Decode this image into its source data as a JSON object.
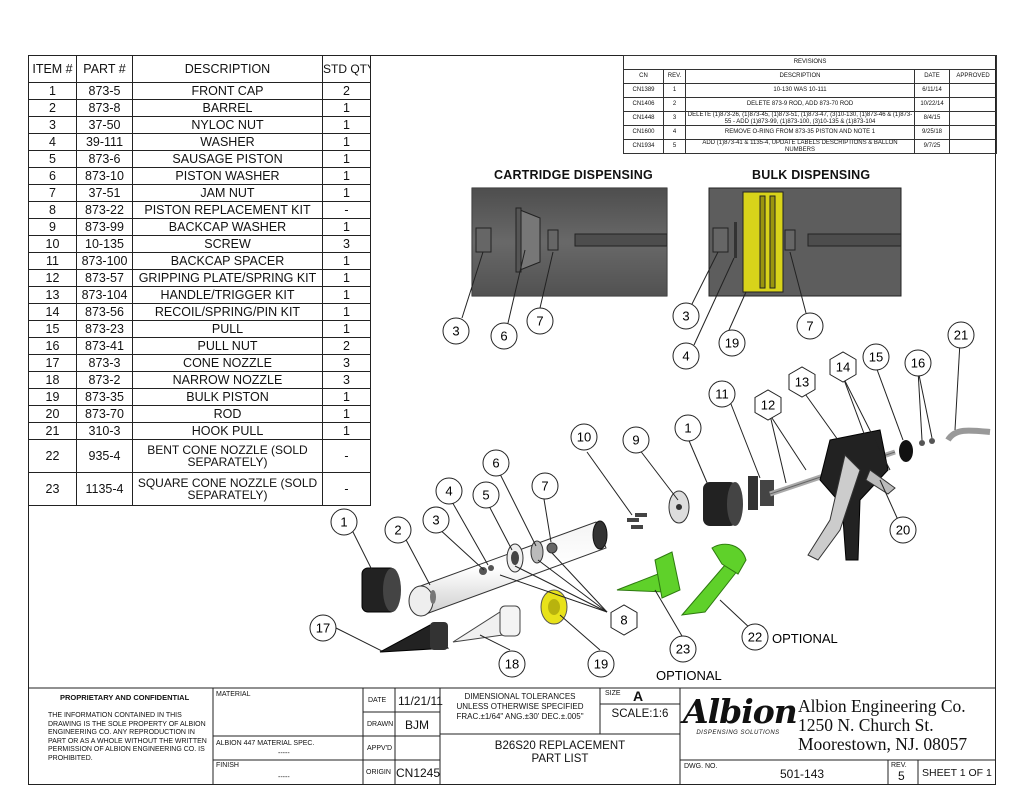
{
  "parts_table": {
    "headers": [
      "ITEM #",
      "PART #",
      "DESCRIPTION",
      "STD QTY"
    ],
    "rows": [
      [
        "1",
        "873-5",
        "FRONT CAP",
        "2"
      ],
      [
        "2",
        "873-8",
        "BARREL",
        "1"
      ],
      [
        "3",
        "37-50",
        "NYLOC NUT",
        "1"
      ],
      [
        "4",
        "39-111",
        "WASHER",
        "1"
      ],
      [
        "5",
        "873-6",
        "SAUSAGE PISTON",
        "1"
      ],
      [
        "6",
        "873-10",
        "PISTON WASHER",
        "1"
      ],
      [
        "7",
        "37-51",
        "JAM NUT",
        "1"
      ],
      [
        "8",
        "873-22",
        "PISTON REPLACEMENT KIT",
        "-"
      ],
      [
        "9",
        "873-99",
        "BACKCAP WASHER",
        "1"
      ],
      [
        "10",
        "10-135",
        "SCREW",
        "3"
      ],
      [
        "11",
        "873-100",
        "BACKCAP SPACER",
        "1"
      ],
      [
        "12",
        "873-57",
        "GRIPPING PLATE/SPRING KIT",
        "1"
      ],
      [
        "13",
        "873-104",
        "HANDLE/TRIGGER KIT",
        "1"
      ],
      [
        "14",
        "873-56",
        "RECOIL/SPRING/PIN KIT",
        "1"
      ],
      [
        "15",
        "873-23",
        "PULL",
        "1"
      ],
      [
        "16",
        "873-41",
        "PULL NUT",
        "2"
      ],
      [
        "17",
        "873-3",
        "CONE NOZZLE",
        "3"
      ],
      [
        "18",
        "873-2",
        "NARROW NOZZLE",
        "3"
      ],
      [
        "19",
        "873-35",
        "BULK PISTON",
        "1"
      ],
      [
        "20",
        "873-70",
        "ROD",
        "1"
      ],
      [
        "21",
        "310-3",
        "HOOK PULL",
        "1"
      ],
      [
        "22",
        "935-4",
        "BENT CONE NOZZLE (SOLD SEPARATELY)",
        "-"
      ],
      [
        "23",
        "1135-4",
        "SQUARE CONE NOZZLE (SOLD SEPARATELY)",
        "-"
      ]
    ]
  },
  "revisions": {
    "title": "REVISIONS",
    "headers": [
      "CN",
      "REV.",
      "DESCRIPTION",
      "DATE",
      "APPROVED"
    ],
    "rows": [
      [
        "CN1389",
        "1",
        "10-130 WAS 10-111",
        "6/11/14",
        ""
      ],
      [
        "CN1406",
        "2",
        "DELETE 873-9 ROD, ADD 873-70 ROD",
        "10/22/14",
        ""
      ],
      [
        "CN1448",
        "3",
        "DELETE (1)873-26, (1)873-45, (1)873-51, (1)873-47, (3)10-130, (1)873-46 & (1)873-55 - ADD (1)873-99, (1)873-100, (3)10-135 & (1)873-104",
        "8/4/15",
        ""
      ],
      [
        "CN1600",
        "4",
        "REMOVE O-RING FROM 873-35 PISTON AND NOTE 1",
        "9/25/18",
        ""
      ],
      [
        "CN1934",
        "5",
        "ADD (1)873-41 & 1135-4, UPDATE LABELS DESCRIPTIONS & BALLON NUMBERS",
        "9/7/25",
        ""
      ]
    ]
  },
  "views": {
    "cartridge_title": "CARTRIDGE DISPENSING",
    "bulk_title": "BULK DISPENSING",
    "cartridge_callouts": [
      "3",
      "6",
      "7"
    ],
    "bulk_callouts": [
      "3",
      "4",
      "19",
      "7"
    ]
  },
  "exploded": {
    "callouts": [
      "1",
      "2",
      "3",
      "4",
      "5",
      "6",
      "7",
      "8",
      "9",
      "10",
      "1",
      "11",
      "12",
      "13",
      "14",
      "15",
      "16",
      "21",
      "20",
      "17",
      "18",
      "19",
      "23",
      "22"
    ],
    "optional_label": "OPTIONAL"
  },
  "title_block": {
    "proprietary_title": "PROPRIETARY AND CONFIDENTIAL",
    "proprietary_text": "THE INFORMATION CONTAINED IN THIS DRAWING IS THE SOLE PROPERTY OF ALBION ENGINEERING CO. ANY REPRODUCTION IN PART OR AS A WHOLE WITHOUT THE WRITTEN PERMISSION OF ALBION ENGINEERING CO. IS PROHIBITED.",
    "material_label": "MATERIAL",
    "material_spec_label": "ALBION 447 MATERIAL SPEC.",
    "material_spec_value": "-----",
    "finish_label": "FINISH",
    "finish_value": "-----",
    "date_label": "DATE",
    "date_value": "11/21/11",
    "drawn_label": "DRAWN",
    "drawn_value": "BJM",
    "appvd_label": "APPV'D",
    "origin_label": "ORIGIN",
    "origin_value": "CN1245",
    "tolerance_line1": "DIMENSIONAL TOLERANCES",
    "tolerance_line2": "UNLESS OTHERWISE SPECIFIED",
    "tolerance_line3": "FRAC.±1/64\"  ANG.±30'  DEC.±.005\"",
    "size_label": "SIZE",
    "size_value": "A",
    "scale": "SCALE:1:6",
    "drawing_title_1": "B26S20 REPLACEMENT",
    "drawing_title_2": "PART LIST",
    "logo_text": "Albion",
    "logo_sub": "DISPENSING SOLUTIONS",
    "company_1": "Albion Engineering Co.",
    "company_2": "1250 N. Church St.",
    "company_3": "Moorestown, NJ. 08057",
    "dwg_no_label": "DWG. NO.",
    "dwg_no": "501-143",
    "rev_label": "REV.",
    "rev_value": "5",
    "sheet": "SHEET 1 OF 1"
  },
  "colors": {
    "nozzle_green": "#5fd12a",
    "piston_yellow": "#e8e21a",
    "barrel_gray": "#5a5a5a"
  }
}
